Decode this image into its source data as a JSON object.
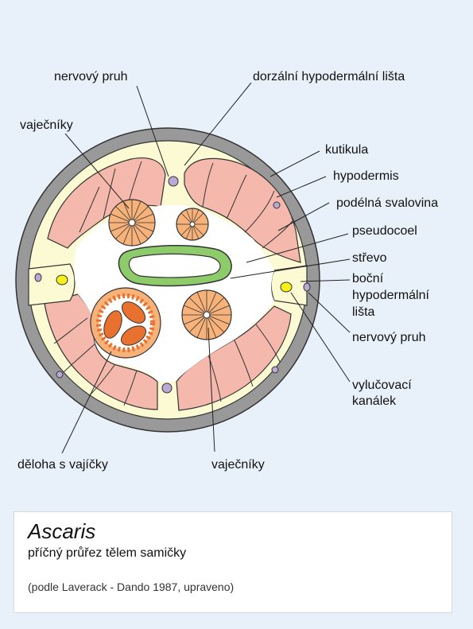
{
  "labels": {
    "nerve_dorsal": "nervový pruh",
    "dorsal_ridge": "dorzální hypodermální lišta",
    "ovaries_top": "vaječníky",
    "cuticle": "kutikula",
    "hypodermis": "hypodermis",
    "muscle": "podélná svalovina",
    "pseudocoel": "pseudocoel",
    "intestine": "střevo",
    "lateral_ridge_1": "boční",
    "lateral_ridge_2": "hypodermální",
    "lateral_ridge_3": "lišta",
    "nerve_lateral": "nervový pruh",
    "excretory_1": "vylučovací",
    "excretory_2": "kanálek",
    "uterus": "děloha s vajíčky",
    "ovaries_bottom": "vaječníky"
  },
  "caption": {
    "title": "Ascaris",
    "subtitle": "příčný průřez tělem samičky",
    "source": "(podle Laverack - Dando 1987, upraveno)"
  },
  "colors": {
    "background": "#e8f1f9",
    "cuticle": "#999999",
    "hypodermis": "#fcfad2",
    "muscle": "#f5b8ac",
    "pseudocoel": "#ffffff",
    "intestine": "#8ecb6b",
    "ovary": "#f7b27a",
    "egg": "#e8712f",
    "nerve": "#b9a9d6",
    "excretory": "#f6ef1a"
  }
}
